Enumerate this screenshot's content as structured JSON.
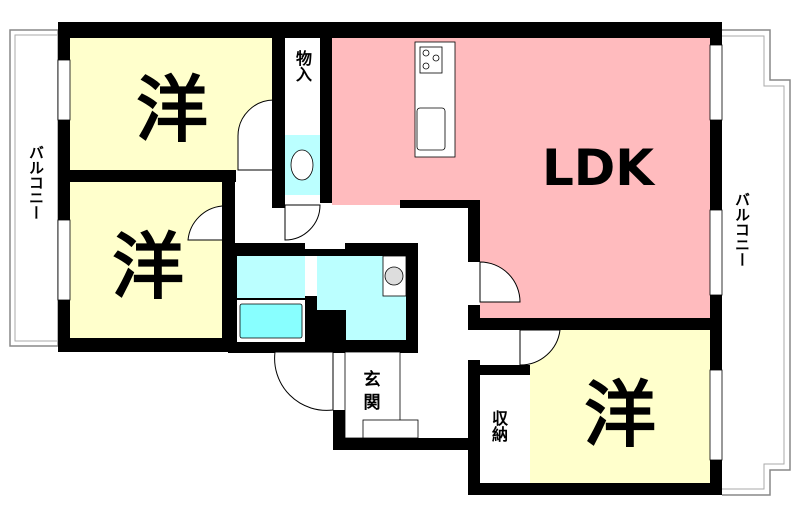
{
  "floorplan": {
    "rooms": {
      "western_top_left": "洋",
      "western_left": "洋",
      "western_bottom_right": "洋",
      "ldk": "LDK",
      "storage_top": "物入",
      "entrance": "玄関",
      "storage_bottom": "収納"
    },
    "balcony_left": "バルコニー",
    "balcony_right": "バルコニー"
  },
  "colors": {
    "wall": "#000000",
    "western_room": "#FFFFCC",
    "ldk": "#FFBBBE",
    "wet_area": "#BBFFFF",
    "bathtub": "#88FFFF"
  }
}
